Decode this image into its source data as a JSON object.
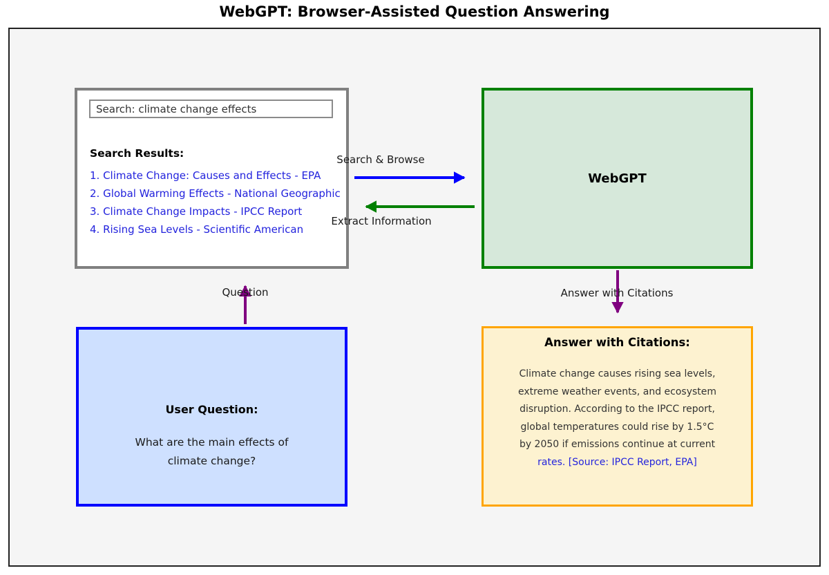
{
  "title": "WebGPT: Browser-Assisted Question Answering",
  "colors": {
    "frame_bg": "#f5f5f5",
    "frame_border": "#222222",
    "browser_border": "#808080",
    "webgpt_border": "#008000",
    "webgpt_bg": "#d6e8da",
    "question_border": "#0000ff",
    "question_bg": "#cee0ff",
    "answer_border": "#ffa500",
    "answer_bg": "#fdf2d0",
    "link_blue": "#2323dd",
    "arrow_blue": "#0000ff",
    "arrow_green": "#008000",
    "arrow_purple": "#800080"
  },
  "browser": {
    "search_input_value": "Search: climate change effects",
    "results_heading": "Search Results:",
    "results": [
      "1. Climate Change: Causes and Effects - EPA",
      "2. Global Warming Effects - National Geographic",
      "3. Climate Change Impacts - IPCC Report",
      "4. Rising Sea Levels - Scientific American"
    ]
  },
  "webgpt": {
    "label": "WebGPT"
  },
  "user_question": {
    "heading": "User Question:",
    "line1": "What are the main effects of",
    "line2": "climate change?"
  },
  "answer": {
    "heading": "Answer with Citations:",
    "body_lines": [
      "Climate change causes rising sea levels,",
      "extreme weather events, and ecosystem",
      "disruption. According to the IPCC report,",
      "global temperatures could rise by 1.5°C",
      "by 2050 if emissions continue at current"
    ],
    "citation_line": "rates. [Source: IPCC Report, EPA]"
  },
  "arrows": {
    "search_browse_label": "Search & Browse",
    "extract_info_label": "Extract Information",
    "question_label": "Question",
    "answer_label": "Answer with Citations"
  }
}
